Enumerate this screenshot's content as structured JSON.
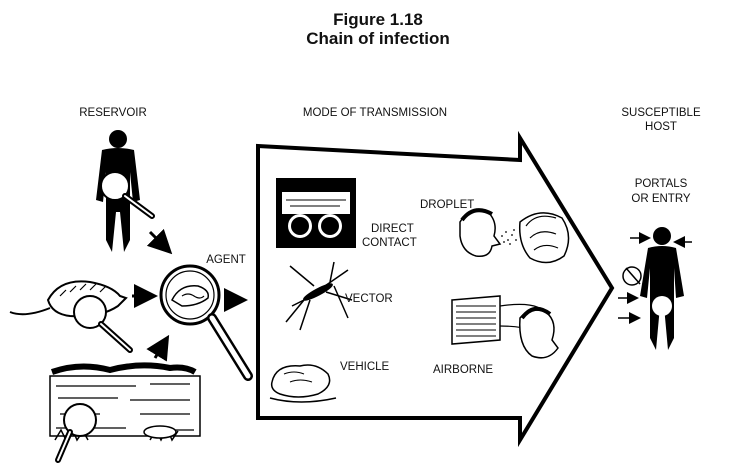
{
  "figure": {
    "number": "Figure 1.18",
    "title": "Chain of infection"
  },
  "sections": {
    "reservoir": "RESERVOIR",
    "mode": "MODE OF TRANSMISSION",
    "host_line1": "SUSCEPTIBLE",
    "host_line2": "HOST"
  },
  "labels": {
    "agent": "AGENT",
    "direct_line1": "DIRECT",
    "direct_line2": "CONTACT",
    "vector": "VECTOR",
    "vehicle": "VEHICLE",
    "droplet": "DROPLET",
    "airborne": "AIRBORNE",
    "portals_line1": "PORTALS",
    "portals_line2": "OR ENTRY"
  }
}
